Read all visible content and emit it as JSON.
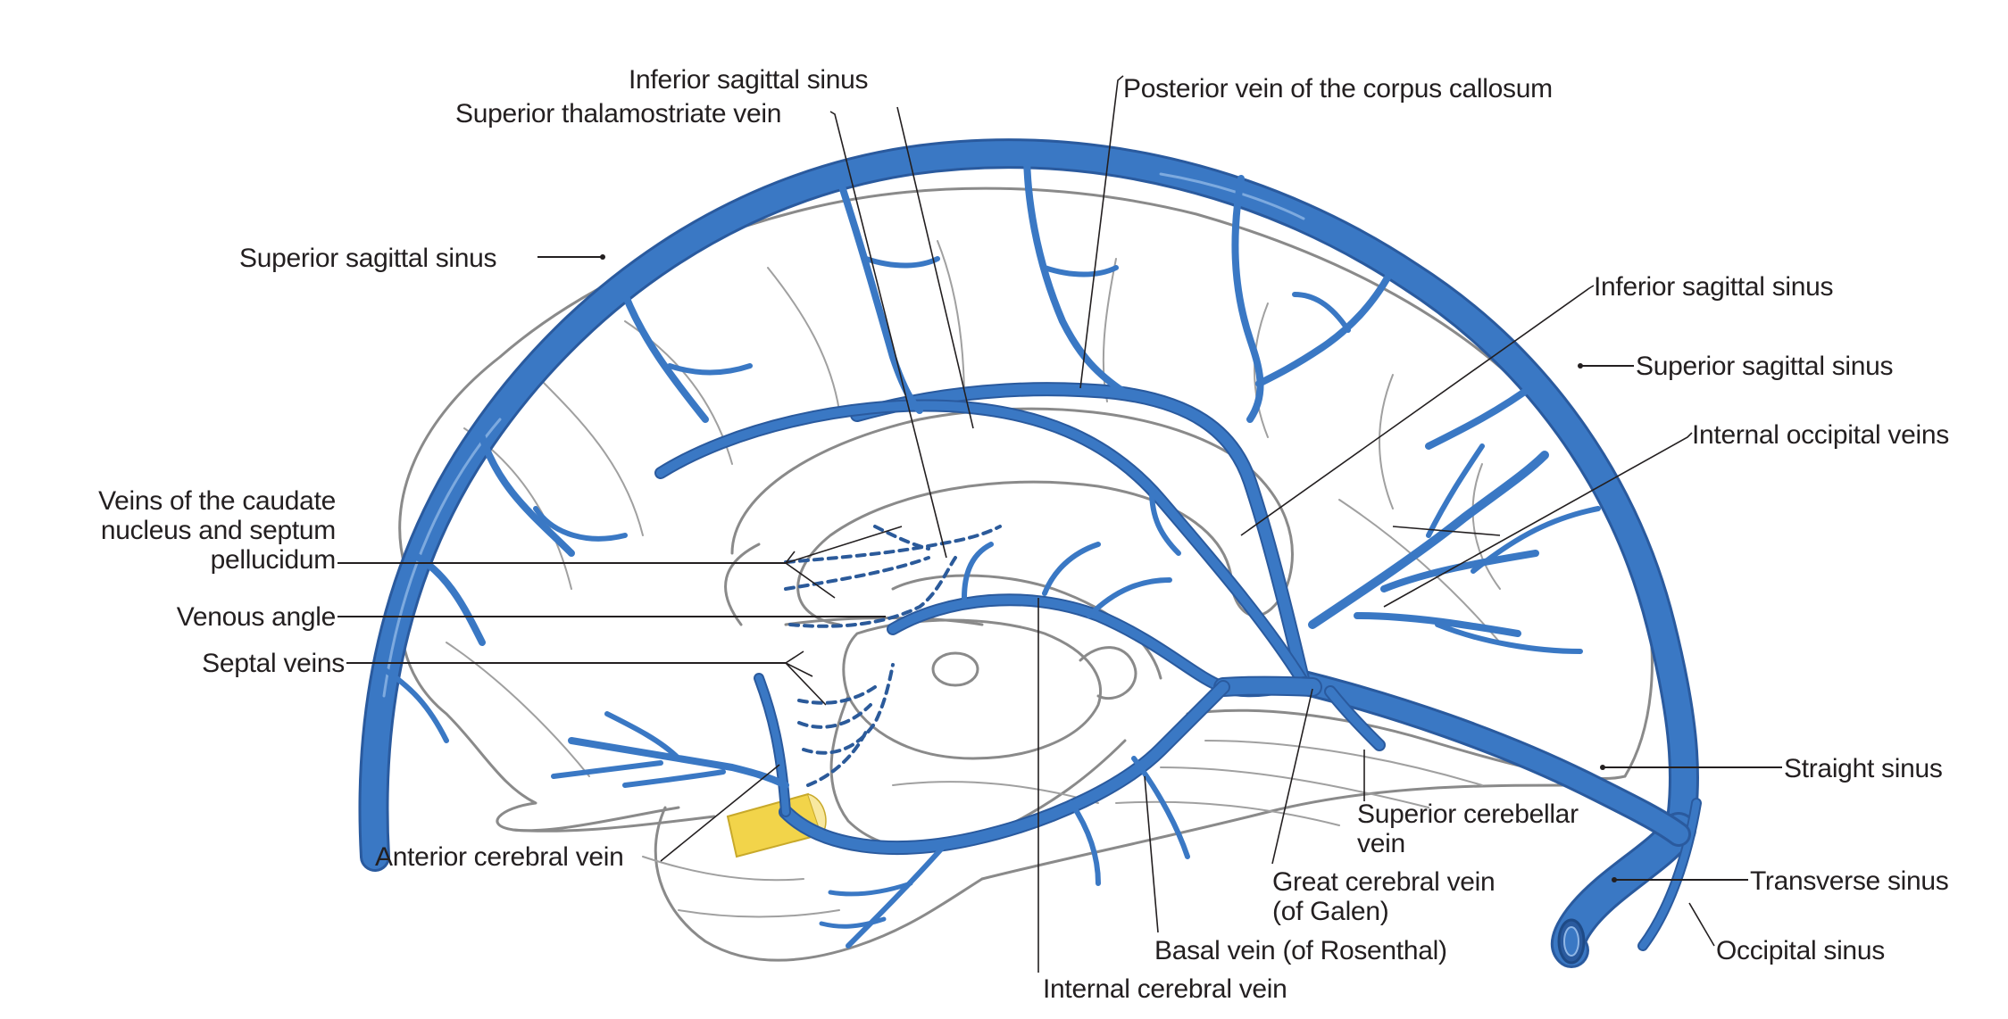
{
  "figure": {
    "title": "Deep and superficial cerebral veins, medial view",
    "colors": {
      "vein": "#3a78c4",
      "vein_outline": "#2a5a9e",
      "brain_outline": "#8a8a8a",
      "optic_nerve": "#f2d44a",
      "label_text": "#231f20",
      "background": "#ffffff"
    }
  },
  "labels": {
    "inferior_sagittal_sinus_top": "Inferior sagittal sinus",
    "superior_thalamostriate_vein": "Superior thalamostriate vein",
    "posterior_vein_corpus_callosum": "Posterior vein of the corpus callosum",
    "superior_sagittal_sinus_left": "Superior sagittal sinus",
    "inferior_sagittal_sinus_right": "Inferior sagittal sinus",
    "superior_sagittal_sinus_right": "Superior sagittal sinus",
    "internal_occipital_veins": "Internal occipital veins",
    "veins_caudate": [
      "Veins of the caudate",
      "nucleus and septum",
      "pellucidum"
    ],
    "venous_angle": "Venous angle",
    "septal_veins": "Septal veins",
    "anterior_cerebral_vein": "Anterior cerebral vein",
    "straight_sinus": "Straight sinus",
    "superior_cerebellar_vein": [
      "Superior cerebellar",
      "vein"
    ],
    "great_cerebral_vein": [
      "Great cerebral vein",
      "(of Galen)"
    ],
    "transverse_sinus": "Transverse sinus",
    "occipital_sinus": "Occipital sinus",
    "basal_vein": "Basal vein (of Rosenthal)",
    "internal_cerebral_vein": "Internal cerebral vein"
  }
}
